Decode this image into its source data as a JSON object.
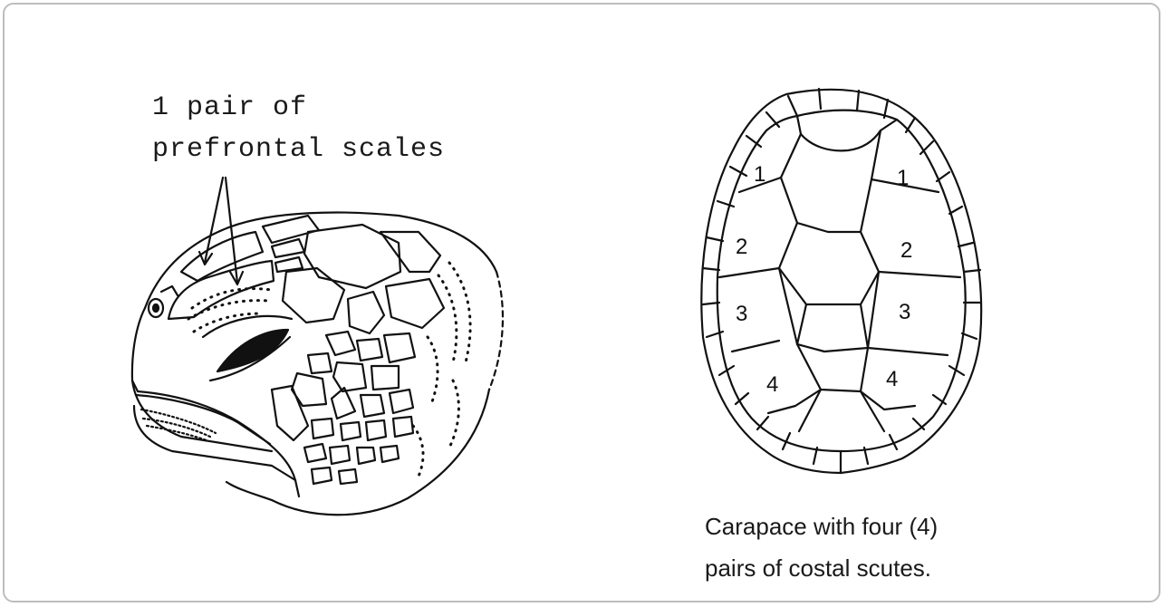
{
  "head_label": {
    "line1": "1 pair of",
    "line2": "prefrontal scales"
  },
  "carapace": {
    "left_scutes": [
      "1",
      "2",
      "3",
      "4"
    ],
    "right_scutes": [
      "1",
      "2",
      "3",
      "4"
    ]
  },
  "caption": {
    "line1": "Carapace with four (4)",
    "line2": "pairs of costal scutes."
  }
}
